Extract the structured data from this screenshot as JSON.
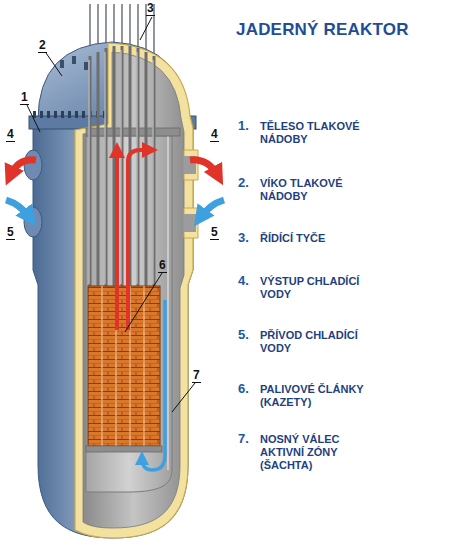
{
  "diagram": {
    "title": "JADERNÝ REAKTOR",
    "labels": [
      "3",
      "2",
      "1",
      "4",
      "4",
      "5",
      "5",
      "6",
      "7",
      "1.",
      "TĚLESO TLAKOVÉ NÁDOBY",
      "2.",
      "VÍKO TLAKOVÉ NÁDOBY",
      "3.",
      "ŘÍDÍCÍ TYČE",
      "4.",
      "VÝSTUP CHLADÍCÍ VODY",
      "5.",
      "PŘÍVOD CHLADÍCÍ VODY",
      "6.",
      "PALIVOVÉ ČLÁNKY (KAZETY)",
      "7.",
      "NOSNÝ VÁLEC AKTIVNÍ ZÓNY (ŠACHTA)"
    ]
  }
}
